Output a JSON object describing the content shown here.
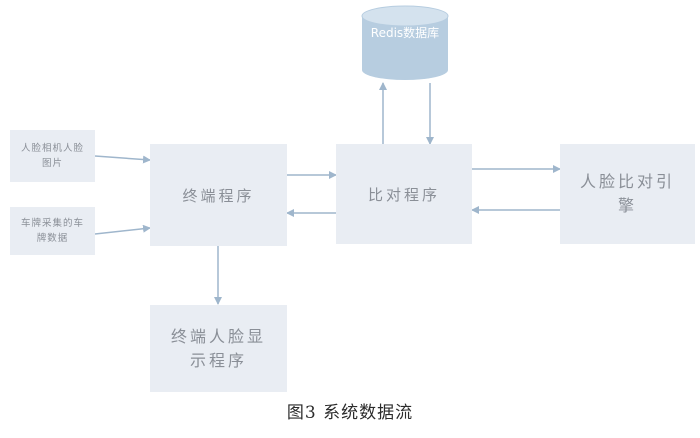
{
  "nodes": {
    "redis": "Redis数据库",
    "camera": "人脸相机人脸图片",
    "plate": "车牌采集的车牌数据",
    "terminal": "终端程序",
    "compare": "比对程序",
    "engine": "人脸比对引擎",
    "display": "终端人脸显示程序"
  },
  "caption": "图3   系统数据流",
  "colors": {
    "box_fill": "#e9edf3",
    "arrow": "#9fb6cc",
    "cylinder": "#b7cde0",
    "text": "#8a8f97"
  }
}
